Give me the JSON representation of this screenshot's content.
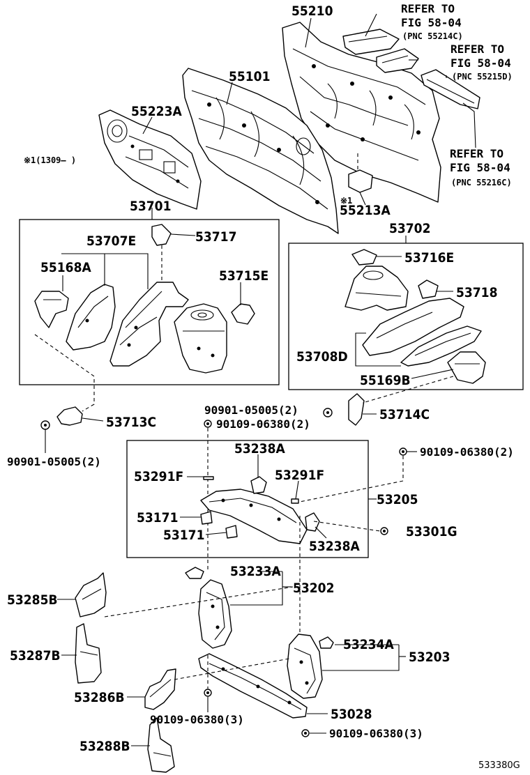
{
  "diagram": {
    "catalog_code": "533380G",
    "labels": {
      "p55210": "55210",
      "p55101": "55101",
      "p55223A": "55223A",
      "p55213A": "55213A",
      "mark_1": "※1",
      "note_1309": "※1(1309—      )",
      "p53701": "53701",
      "p53707E": "53707E",
      "p53717": "53717",
      "p55168A": "55168A",
      "p53715E": "53715E",
      "p53702": "53702",
      "p53716E": "53716E",
      "p53718": "53718",
      "p53708D": "53708D",
      "p55169B": "55169B",
      "p53713C": "53713C",
      "p53714C": "53714C",
      "bolt_90901_left": "90901-05005(2)",
      "bolt_90901_mid": "90901-05005(2)",
      "bolt_90109_mid": "90109-06380(2)",
      "bolt_90109_right": "90109-06380(2)",
      "p53238A_top": "53238A",
      "p53291F_left": "53291F",
      "p53291F_right": "53291F",
      "p53205": "53205",
      "p53171_a": "53171",
      "p53171_b": "53171",
      "p53238A_bottom": "53238A",
      "p53301G": "53301G",
      "p53233A": "53233A",
      "p53202": "53202",
      "p53285B": "53285B",
      "p53287B": "53287B",
      "p53234A": "53234A",
      "p53203": "53203",
      "p53286B": "53286B",
      "p53028": "53028",
      "bolt_90109_3a": "90109-06380(3)",
      "bolt_90109_3b": "90109-06380(3)",
      "p53288B": "53288B"
    },
    "refer": [
      {
        "line1": "REFER TO",
        "line2": "FIG 58-04",
        "pnc": "(PNC 55214C)"
      },
      {
        "line1": "REFER TO",
        "line2": "FIG 58-04",
        "pnc": "(PNC 55215D)"
      },
      {
        "line1": "REFER TO",
        "line2": "FIG 58-04",
        "pnc": "(PNC 55216C)"
      }
    ]
  }
}
